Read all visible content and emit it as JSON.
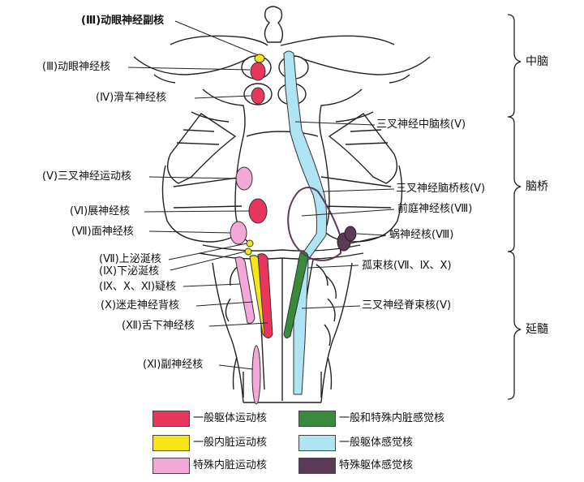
{
  "labels": {
    "edinger_westphal": "(Ⅲ)动眼神经副核",
    "oculomotor": "(Ⅲ)动眼神经核",
    "trochlear": "(Ⅳ)滑车神经核",
    "trigeminal_motor": "(Ⅴ)三叉神经运动核",
    "abducens": "(Ⅵ)展神经核",
    "facial": "(Ⅶ)面神经核",
    "sup_salivatory": "(Ⅶ)上泌涎核",
    "inf_salivatory": "(Ⅸ)下泌涎核",
    "ambiguus": "(Ⅸ、Ⅹ、Ⅺ)疑核",
    "vagus_dorsal": "(Ⅹ)迷走神经背核",
    "hypoglossal": "(Ⅻ)舌下神经核",
    "accessory": "(Ⅺ)副神经核",
    "trigeminal_mesencephalic": "三叉神经中脑核(Ⅴ)",
    "trigeminal_pontine": "三叉神经脑桥核(Ⅴ)",
    "vestibular": "前庭神经核(Ⅷ)",
    "cochlear": "蜗神经核(Ⅷ)",
    "solitary": "孤束核(Ⅶ、Ⅸ、Ⅹ)",
    "trigeminal_spinal": "三叉神经脊束核(Ⅴ)"
  },
  "regions": {
    "midbrain": "中脑",
    "pons": "脑桥",
    "medulla": "延髓"
  },
  "legend": [
    {
      "label": "一般躯体运动核",
      "color": "#e8375d"
    },
    {
      "label": "一般和特殊内脏感觉核",
      "color": "#3a8a3c"
    },
    {
      "label": "一般内脏运动核",
      "color": "#f6e51a"
    },
    {
      "label": "一般躯体感觉核",
      "color": "#aee4f3"
    },
    {
      "label": "特殊内脏运动核",
      "color": "#f3a9d8"
    },
    {
      "label": "特殊躯体感觉核",
      "color": "#5c3a57"
    }
  ]
}
